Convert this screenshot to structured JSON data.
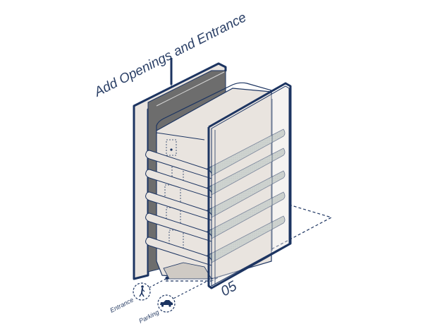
{
  "diagram": {
    "title": "Add Openings and Entrance",
    "step_number": "05",
    "legend": [
      {
        "label": "Entrance",
        "icon": "pedestrian-icon"
      },
      {
        "label": "Parking",
        "icon": "car-icon"
      }
    ],
    "colors": {
      "outline": "#1c3461",
      "wall_light": "#e9e4df",
      "core_dark": "#6d6d6d",
      "slab_top": "#b9c5c3"
    }
  }
}
